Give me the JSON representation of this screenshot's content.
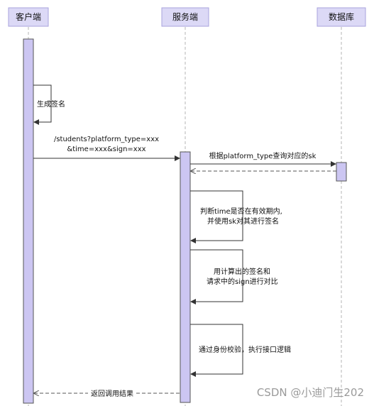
{
  "participants": [
    {
      "id": "client",
      "label": "客户端"
    },
    {
      "id": "server",
      "label": "服务端"
    },
    {
      "id": "db",
      "label": "数据库"
    }
  ],
  "messages": {
    "client_self_sign": "生成签名",
    "request_line1": "/students?platform_type=xxx",
    "request_line2": "&time=xxx&sign=xxx",
    "db_query": "根据platform_type查询对应的sk",
    "server_step1_line1": "判断time是否在有效期内,",
    "server_step1_line2": "并使用sk对其进行签名",
    "server_step2_line1": "用计算出的签名和",
    "server_step2_line2": "请求中的sign进行对比",
    "server_step3": "通过身份校验，执行接口逻辑",
    "return": "返回调用结果"
  },
  "watermark": "CSDN @小迪门生202",
  "colors": {
    "header_fill": "#dcd9f6",
    "header_stroke": "#a9a3de",
    "activation_fill": "#ccc6f2",
    "activation_stroke": "#555555",
    "arrow": "#333333",
    "lifeline": "#b5b5b5",
    "return_arrow": "#555555"
  }
}
